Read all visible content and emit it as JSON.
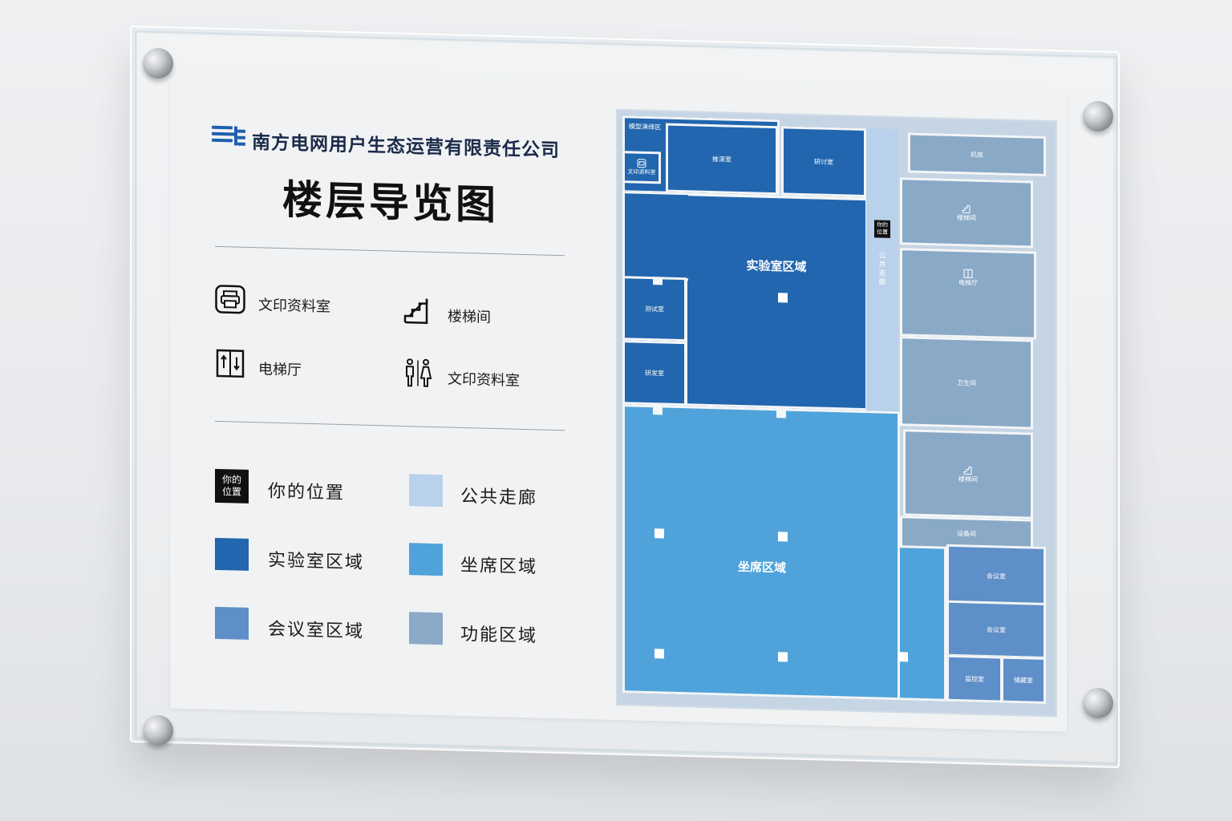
{
  "header": {
    "company": "南方电网用户生态运营有限责任公司",
    "title": "楼层导览图"
  },
  "icon_legend": [
    {
      "icon": "printer-icon",
      "label": "文印资料室"
    },
    {
      "icon": "stairs-icon",
      "label": "楼梯间"
    },
    {
      "icon": "elevator-icon",
      "label": "电梯厅"
    },
    {
      "icon": "restroom-icon",
      "label": "文印资料室"
    }
  ],
  "color_legend": {
    "you_badge": "你的\n位置",
    "items": [
      {
        "label": "你的位置",
        "color": "#111111"
      },
      {
        "label": "公共走廊",
        "color": "#b9d1ea"
      },
      {
        "label": "实验室区域",
        "color": "#2166ae"
      },
      {
        "label": "坐席区域",
        "color": "#4fa3da"
      },
      {
        "label": "会议室区域",
        "color": "#5f8fc9"
      },
      {
        "label": "功能区域",
        "color": "#89a9c7"
      }
    ]
  },
  "map": {
    "rooms": {
      "demo": "模型演绎区",
      "printroom": "文印资料室",
      "tuiyan": "推演室",
      "yantao": "研讨室",
      "lab": "实验室区域",
      "ceshi": "测试室",
      "yanfa": "研发室",
      "seating": "坐席区域",
      "jifang": "机房",
      "stairs1": "楼梯间",
      "elevator": "电梯厅",
      "toilet": "卫生间",
      "stairs2": "楼梯间",
      "equip": "设备间",
      "meet1": "会议室",
      "meet2": "会议室",
      "monitor": "监控室",
      "storage": "储藏室"
    },
    "corridor": "公共走廊",
    "you_marker": "你的位置"
  }
}
